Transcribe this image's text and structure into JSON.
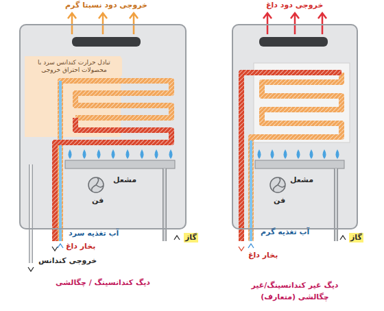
{
  "diagram": {
    "nodes": [
      {
        "text": [
          "دیگ کندانسینگ / چگالشی"
        ]
      },
      {
        "text": [
          "تبادل حرارت کندانس سرد با محصولات احتراق خروجی"
        ],
        "in": 0
      },
      {
        "text": [
          "دیگ غیر کندانسینگ/غیر چگالشی (متعارف)"
        ]
      }
    ],
    "labels": [
      "خروجی دود نسبتا گرم",
      "مشعل",
      "فن",
      "آب تغذیه سرد",
      "بخار داغ",
      "خروجی کندانس",
      "گاز",
      "خروجی دود داغ",
      "مشعل",
      "فن",
      "آب تغذیه گرم",
      "گاز",
      "بخار داغ"
    ]
  }
}
